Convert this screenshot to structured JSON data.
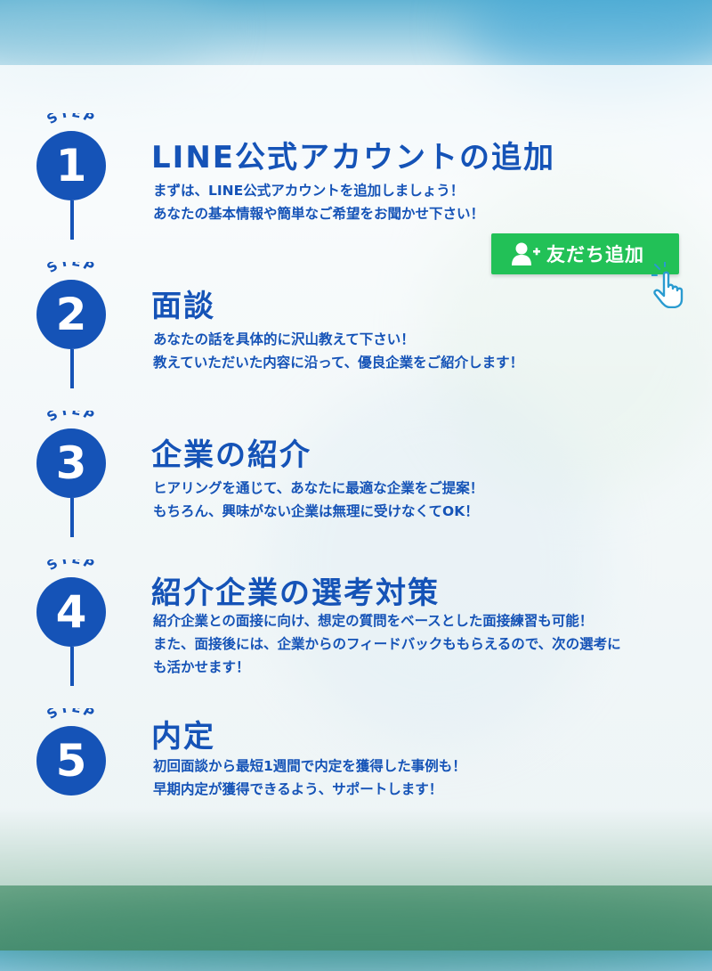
{
  "steps": [
    {
      "step_word": "STEP",
      "number": "1",
      "title": "LINE公式アカウントの追加",
      "lines": [
        "まずは、LINE公式アカウントを追加しましょう！",
        "あなたの基本情報や簡単なご希望をお聞かせ下さい！"
      ]
    },
    {
      "step_word": "STEP",
      "number": "2",
      "title": "面談",
      "lines": [
        "あなたの話を具体的に沢山教えて下さい！",
        "教えていただいた内容に沿って、優良企業をご紹介します！"
      ]
    },
    {
      "step_word": "STEP",
      "number": "3",
      "title": "企業の紹介",
      "lines": [
        "ヒアリングを通じて、あなたに最適な企業をご提案！",
        "もちろん、興味がない企業は無理に受けなくてOK！"
      ]
    },
    {
      "step_word": "STEP",
      "number": "4",
      "title": "紹介企業の選考対策",
      "lines": [
        "紹介企業との面接に向け、想定の質問をベースとした面接練習も可能！",
        "また、面接後には、企業からのフィードバックももらえるので、次の選考に",
        "も活かせます！"
      ]
    },
    {
      "step_word": "STEP",
      "number": "5",
      "title": "内定",
      "lines": [
        "初回面談から最短1週間で内定を獲得した事例も！",
        "早期内定が獲得できるよう、サポートします！"
      ]
    }
  ],
  "line_button": {
    "label": "友だち追加",
    "icon": "add-friend-icon",
    "cursor_icon": "pointing-hand-icon"
  },
  "colors": {
    "accent": "#1553b7",
    "line_green": "#22c157",
    "white": "#ffffff"
  }
}
